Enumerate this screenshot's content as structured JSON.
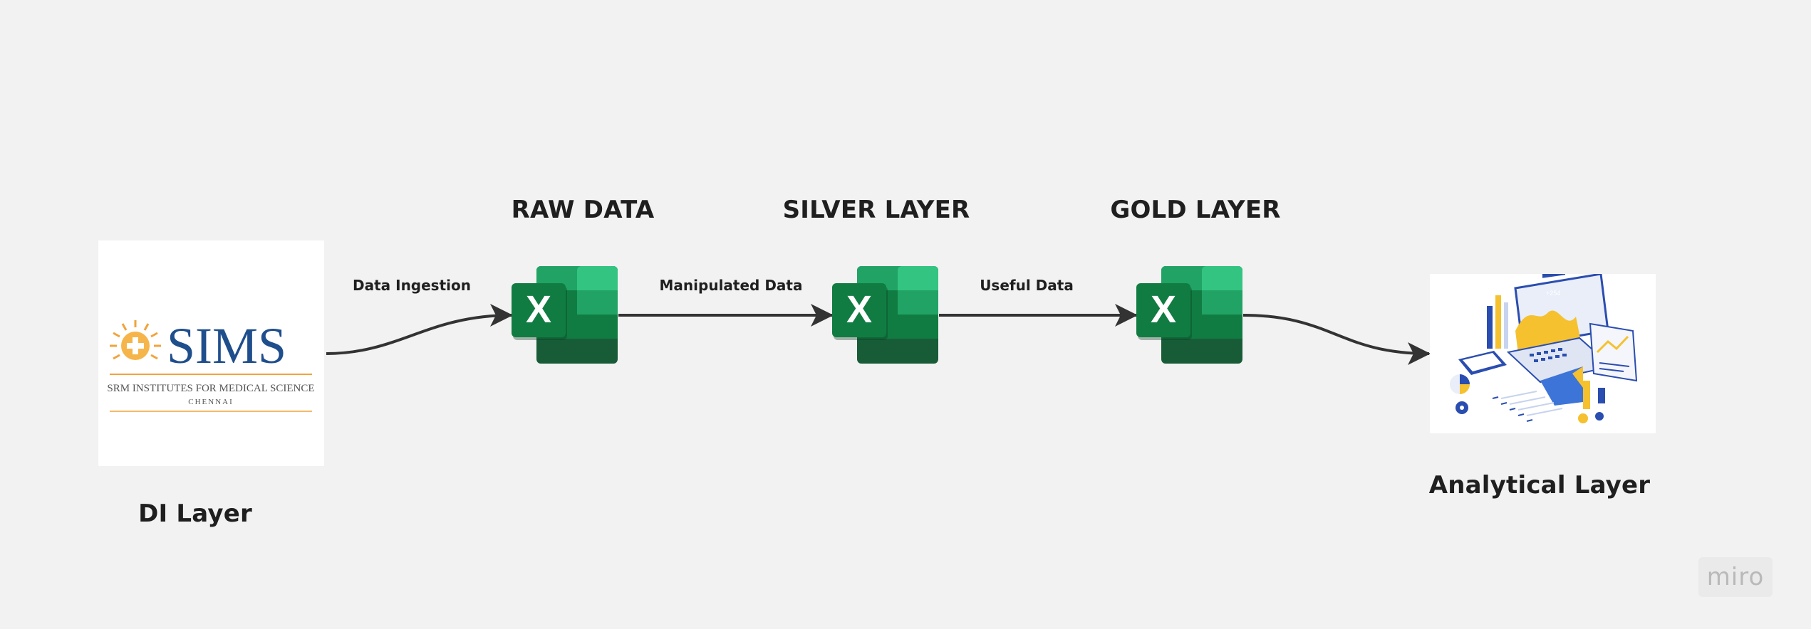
{
  "nodes": {
    "di": {
      "title": "DI Layer",
      "logo": {
        "wordmark": "SIMS",
        "subtitle": "SRM INSTITUTES FOR MEDICAL SCIENCE",
        "city": "CHENNAI",
        "icon": "sun-cross-icon"
      }
    },
    "raw": {
      "title": "RAW DATA",
      "icon": "excel-icon",
      "glyph": "X"
    },
    "silver": {
      "title": "SILVER LAYER",
      "icon": "excel-icon",
      "glyph": "X"
    },
    "gold": {
      "title": "GOLD LAYER",
      "icon": "excel-icon",
      "glyph": "X"
    },
    "analytical": {
      "title": "Analytical Layer",
      "illustration": "analytics-dashboard-illustration",
      "badge": "+254"
    }
  },
  "edges": {
    "di_to_raw": "Data Ingestion",
    "raw_to_silver": "Manipulated Data",
    "silver_to_gold": "Useful Data"
  },
  "watermark": "miro",
  "colors": {
    "background": "#f2f2f2",
    "excel_dark": "#185c37",
    "excel_mid": "#21a366",
    "excel_light": "#33c481",
    "sims_blue": "#1f4e8c",
    "sims_orange": "#f2a33a",
    "arrow": "#333333"
  }
}
